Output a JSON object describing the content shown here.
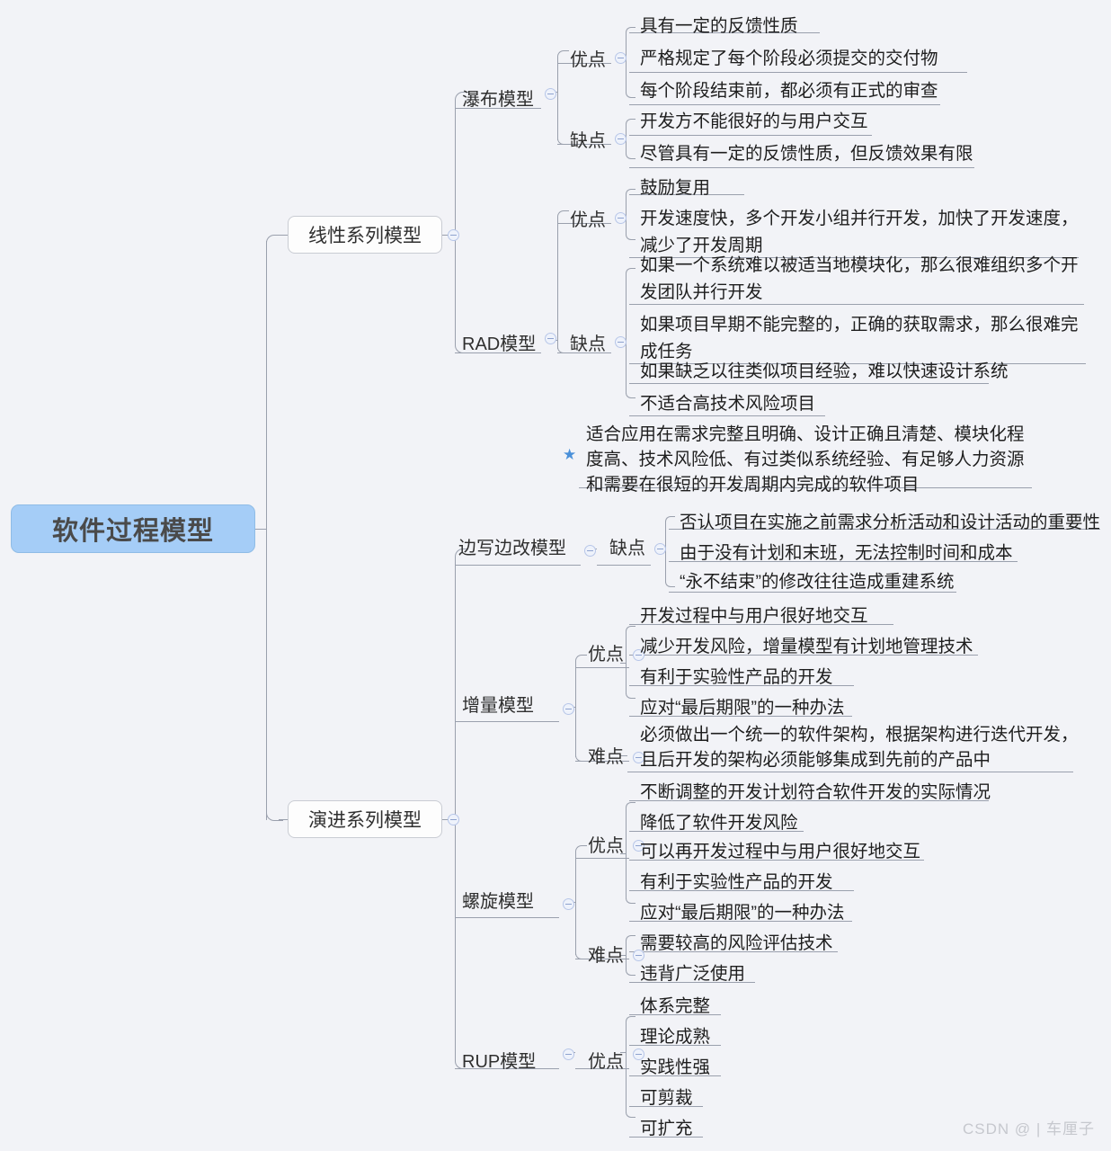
{
  "root": {
    "label": "软件过程模型"
  },
  "branches": [
    {
      "label": "线性系列模型",
      "children": [
        {
          "label": "瀑布模型",
          "groups": [
            {
              "label": "优点",
              "items": [
                "具有一定的反馈性质",
                "严格规定了每个阶段必须提交的交付物",
                "每个阶段结束前，都必须有正式的审查"
              ]
            },
            {
              "label": "缺点",
              "items": [
                "开发方不能很好的与用户交互",
                "尽管具有一定的反馈性质，但反馈效果有限"
              ]
            }
          ]
        },
        {
          "label": "RAD模型",
          "groups": [
            {
              "label": "优点",
              "items": [
                "鼓励复用",
                "开发速度快，多个开发小组并行开发，加快了开发速度，减少了开发周期"
              ]
            },
            {
              "label": "缺点",
              "items": [
                "如果一个系统难以被适当地模块化，那么很难组织多个开发团队并行开发",
                "如果项目早期不能完整的，正确的获取需求，那么很难完成任务",
                "如果缺乏以往类似项目经验，难以快速设计系统",
                "不适合高技术风险项目"
              ]
            }
          ],
          "starred_note": "适合应用在需求完整且明确、设计正确且清楚、模块化程度高、技术风险低、有过类似系统经验、有足够人力资源和需要在很短的开发周期内完成的软件项目"
        }
      ]
    },
    {
      "label": "演进系列模型",
      "children": [
        {
          "label": "边写边改模型",
          "groups": [
            {
              "label": "缺点",
              "items": [
                "否认项目在实施之前需求分析活动和设计活动的重要性",
                "由于没有计划和末班，无法控制时间和成本",
                "“永不结束”的修改往往造成重建系统"
              ]
            }
          ]
        },
        {
          "label": "增量模型",
          "groups": [
            {
              "label": "优点",
              "items": [
                "开发过程中与用户很好地交互",
                "减少开发风险，增量模型有计划地管理技术",
                "有利于实验性产品的开发",
                "应对“最后期限”的一种办法"
              ]
            },
            {
              "label": "难点",
              "items": [
                "必须做出一个统一的软件架构，根据架构进行迭代开发，且后开发的架构必须能够集成到先前的产品中"
              ]
            }
          ]
        },
        {
          "label": "螺旋模型",
          "groups": [
            {
              "label": "优点",
              "items": [
                "不断调整的开发计划符合软件开发的实际情况",
                "降低了软件开发风险",
                "可以再开发过程中与用户很好地交互",
                "有利于实验性产品的开发",
                "应对“最后期限”的一种办法"
              ]
            },
            {
              "label": "难点",
              "items": [
                "需要较高的风险评估技术",
                "违背广泛使用"
              ]
            }
          ]
        },
        {
          "label": "RUP模型",
          "groups": [
            {
              "label": "优点",
              "items": [
                "体系完整",
                "理论成熟",
                "实践性强",
                "可剪裁",
                "可扩充"
              ]
            }
          ]
        }
      ]
    }
  ],
  "leaves": {
    "w1": "具有一定的反馈性质",
    "w2": "严格规定了每个阶段必须提交的交付物",
    "w3": "每个阶段结束前，都必须有正式的审查",
    "w4": "开发方不能很好的与用户交互",
    "w5": "尽管具有一定的反馈性质，但反馈效果有限",
    "r1": "鼓励复用",
    "r2a": "开发速度快，多个开发小组并行开发，加快了开发速度，",
    "r2b": "减少了开发周期",
    "r3a": "如果一个系统难以被适当地模块化，那么很难组织多个开",
    "r3b": "发团队并行开发",
    "r4a": "如果项目早期不能完整的，正确的获取需求，那么很难完",
    "r4b": "成任务",
    "r5": "如果缺乏以往类似项目经验，难以快速设计系统",
    "r6": "不适合高技术风险项目",
    "s1": "适合应用在需求完整且明确、设计正确且清楚、模块化程",
    "s2": "度高、技术风险低、有过类似系统经验、有足够人力资源",
    "s3": "和需要在很短的开发周期内完成的软件项目",
    "b1": "否认项目在实施之前需求分析活动和设计活动的重要性",
    "b2": "由于没有计划和末班，无法控制时间和成本",
    "b3": "“永不结束”的修改往往造成重建系统",
    "i1": "开发过程中与用户很好地交互",
    "i2": "减少开发风险，增量模型有计划地管理技术",
    "i3": "有利于实验性产品的开发",
    "i4": "应对“最后期限”的一种办法",
    "i5a": "必须做出一个统一的软件架构，根据架构进行迭代开发，",
    "i5b": "且后开发的架构必须能够集成到先前的产品中",
    "p1": "不断调整的开发计划符合软件开发的实际情况",
    "p2": "降低了软件开发风险",
    "p3": "可以再开发过程中与用户很好地交互",
    "p4": "有利于实验性产品的开发",
    "p5": "应对“最后期限”的一种办法",
    "p6": "需要较高的风险评估技术",
    "p7": "违背广泛使用",
    "u1": "体系完整",
    "u2": "理论成熟",
    "u3": "实践性强",
    "u4": "可剪裁",
    "u5": "可扩充"
  },
  "labels": {
    "waterfall": "瀑布模型",
    "rad": "RAD模型",
    "codeandfix": "边写边改模型",
    "incremental": "增量模型",
    "spiral": "螺旋模型",
    "rup": "RUP模型",
    "linear": "线性系列模型",
    "evolution": "演进系列模型",
    "pros": "优点",
    "cons": "缺点",
    "hard": "难点",
    "star": "★"
  },
  "watermark": "CSDN @ | 车厘子",
  "colors": {
    "background": "#f2f3f7",
    "root_fill": "#a5cdf7",
    "line": "#9aa0ad",
    "star": "#4a90d9",
    "collapse_ring": "#b7c6e8"
  }
}
